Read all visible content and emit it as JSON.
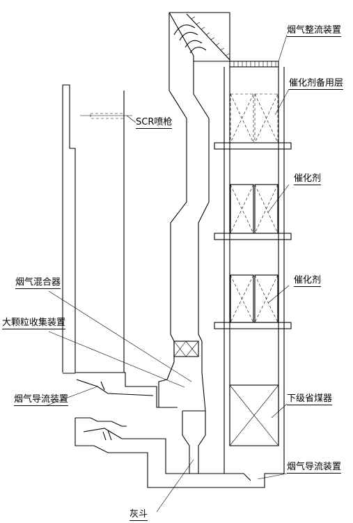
{
  "labels": {
    "flue_straightener": "烟气整流装置",
    "catalyst_reserve": "催化剂备用层",
    "scr_lance": "SCR喷枪",
    "catalyst_1": "催化剂",
    "catalyst_2": "催化剂",
    "flue_mixer": "烟气混合器",
    "large_particle_collector": "大颗粒收集装置",
    "flue_guide_left": "烟气导流装置",
    "economizer_lower": "下级省煤器",
    "flue_guide_bottom": "烟气导流装置",
    "ash_hopper": "灰斗"
  }
}
